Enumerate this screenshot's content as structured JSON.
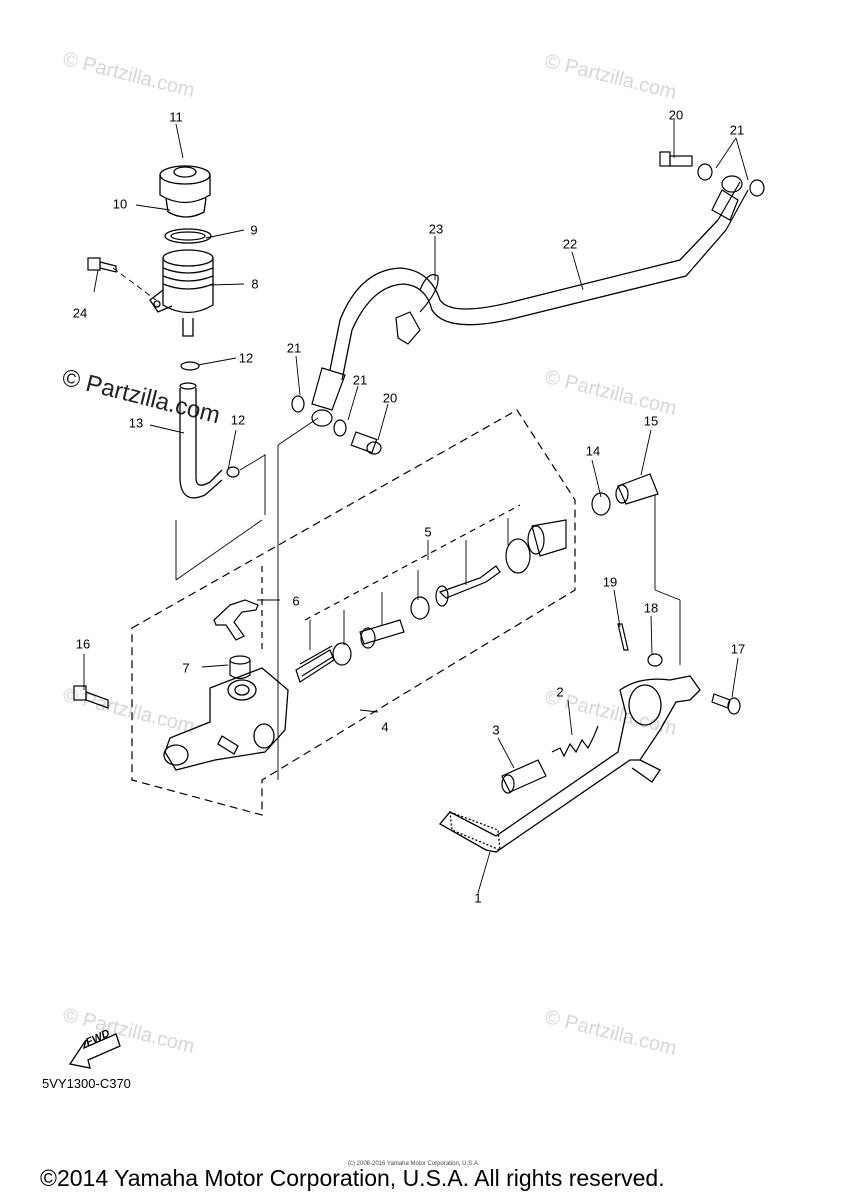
{
  "watermarks": [
    {
      "text": "© Partzilla.com",
      "style": "faint"
    },
    {
      "text": "© Partzilla.com",
      "style": "faint"
    },
    {
      "text": "© Partzilla.com",
      "style": "strong"
    },
    {
      "text": "© Partzilla.com",
      "style": "faint"
    },
    {
      "text": "© Partzilla.com",
      "style": "faint"
    },
    {
      "text": "© Partzilla.com",
      "style": "faint"
    },
    {
      "text": "© Partzilla.com",
      "style": "faint"
    },
    {
      "text": "© Partzilla.com",
      "style": "faint"
    }
  ],
  "callouts": [
    "1",
    "2",
    "3",
    "4",
    "5",
    "6",
    "7",
    "8",
    "9",
    "10",
    "11",
    "12",
    "12",
    "13",
    "14",
    "15",
    "16",
    "17",
    "18",
    "19",
    "20",
    "20",
    "21",
    "21",
    "21",
    "22",
    "23",
    "24"
  ],
  "fwd_label": "FWD",
  "diagram_code": "5VY1300-C370",
  "tiny_note": "(c) 2006-2016 Yamaha Motor Corporation, U.S.A.",
  "footer": "©2014 Yamaha Motor Corporation, U.S.A. All rights reserved."
}
